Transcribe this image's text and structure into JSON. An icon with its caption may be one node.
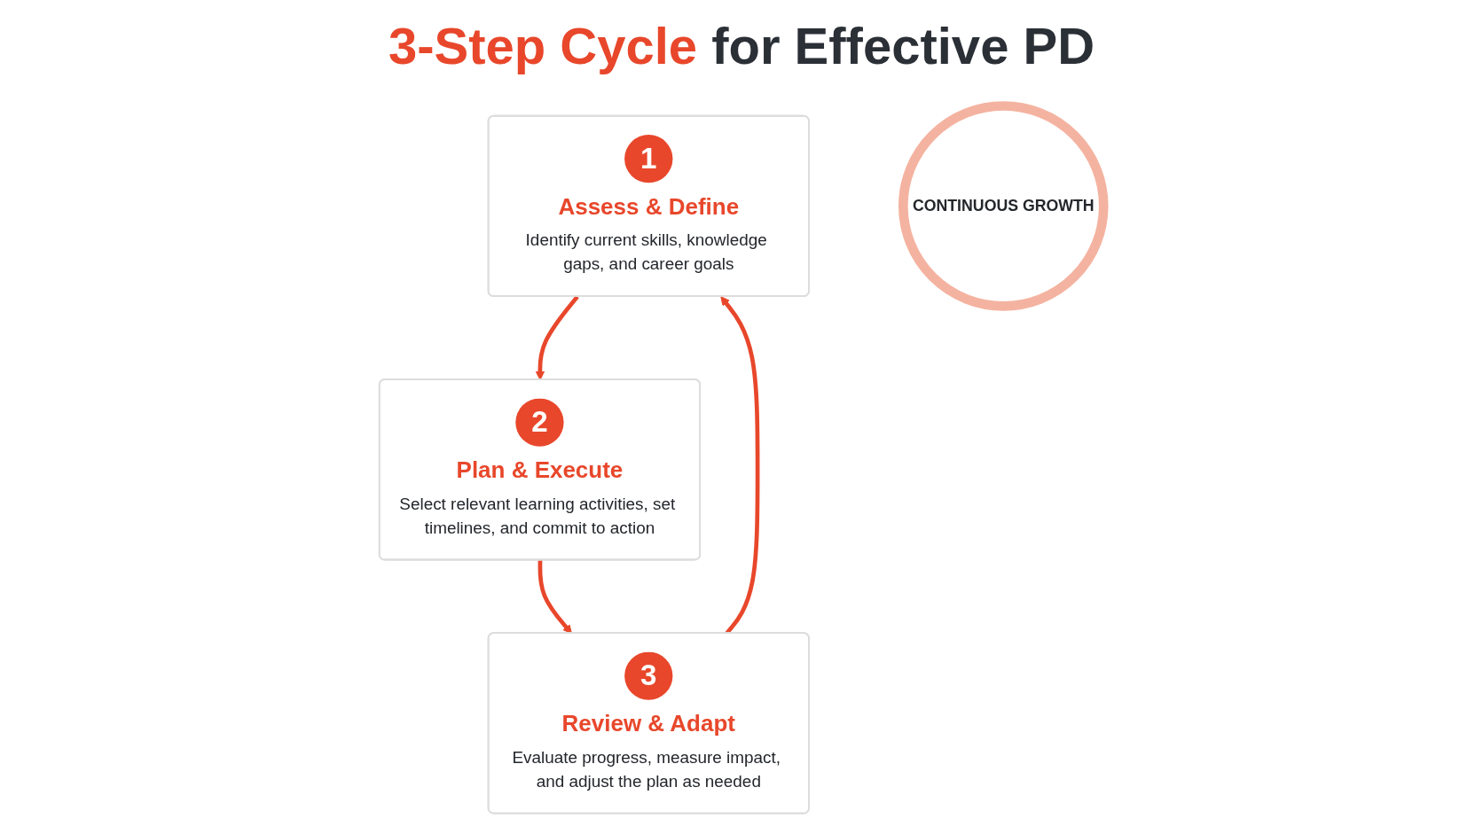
{
  "diagram": {
    "title": "3-Step Cycle for Effective PD",
    "nodes": [
      {
        "text": [
          "1",
          "Assess & Define",
          "Identify current skills, knowledge gaps, and career goals"
        ]
      },
      {
        "text": [
          "2",
          "Plan & Execute",
          "Select relevant learning activities, set timelines, and commit to action"
        ]
      },
      {
        "text": [
          "3",
          "Review & Adapt",
          "Evaluate progress, measure impact, and adjust the plan as needed"
        ]
      },
      {
        "text": [
          "CONTINUOUS GROWTH"
        ]
      }
    ],
    "edges": [
      {
        "from": 0,
        "to": 1,
        "arrow": "to"
      },
      {
        "from": 1,
        "to": 2,
        "arrow": "to"
      },
      {
        "from": 2,
        "to": 0,
        "arrow": "to"
      }
    ]
  }
}
